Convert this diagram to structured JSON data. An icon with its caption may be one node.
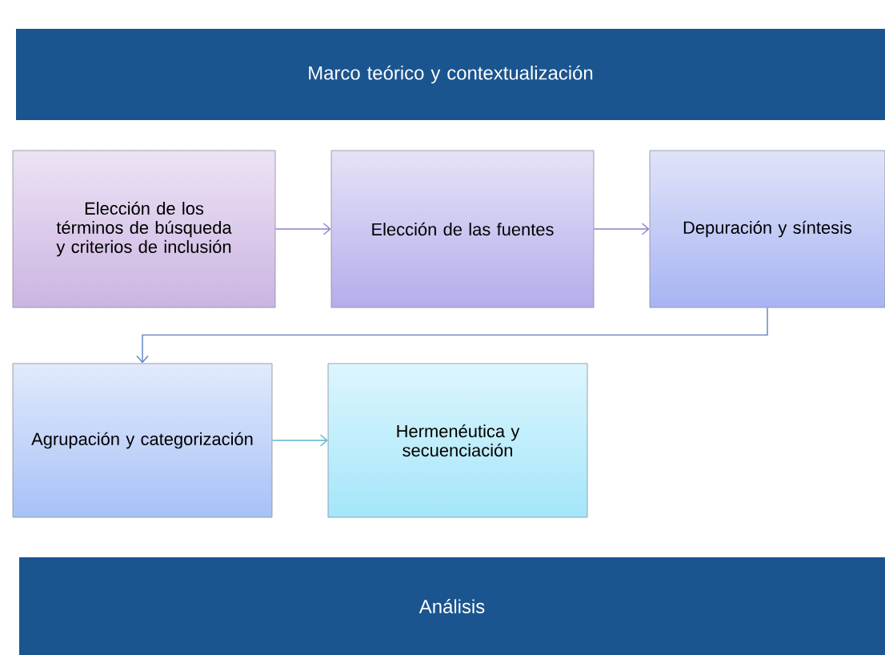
{
  "diagram": {
    "nodes": [
      {
        "text": [
          "Marco teórico y contextualización"
        ]
      },
      {
        "text": [
          "Elección de los términos de búsqueda y criterios de inclusión"
        ]
      },
      {
        "text": [
          "Elección de las fuentes"
        ]
      },
      {
        "text": [
          "Depuración y síntesis"
        ]
      },
      {
        "text": [
          "Agrupación y categorización"
        ]
      },
      {
        "text": [
          "Hermenéutica y secuenciación"
        ]
      },
      {
        "text": [
          "Análisis"
        ]
      }
    ],
    "edges": [
      {
        "from": 1,
        "to": 2,
        "arrow": "to"
      },
      {
        "from": 2,
        "to": 3,
        "arrow": "to"
      },
      {
        "from": 3,
        "to": 4,
        "arrow": "to",
        "color": "#5b7fc4"
      },
      {
        "from": 4,
        "to": 5,
        "arrow": "to",
        "color": "#5ab4d0"
      }
    ]
  }
}
